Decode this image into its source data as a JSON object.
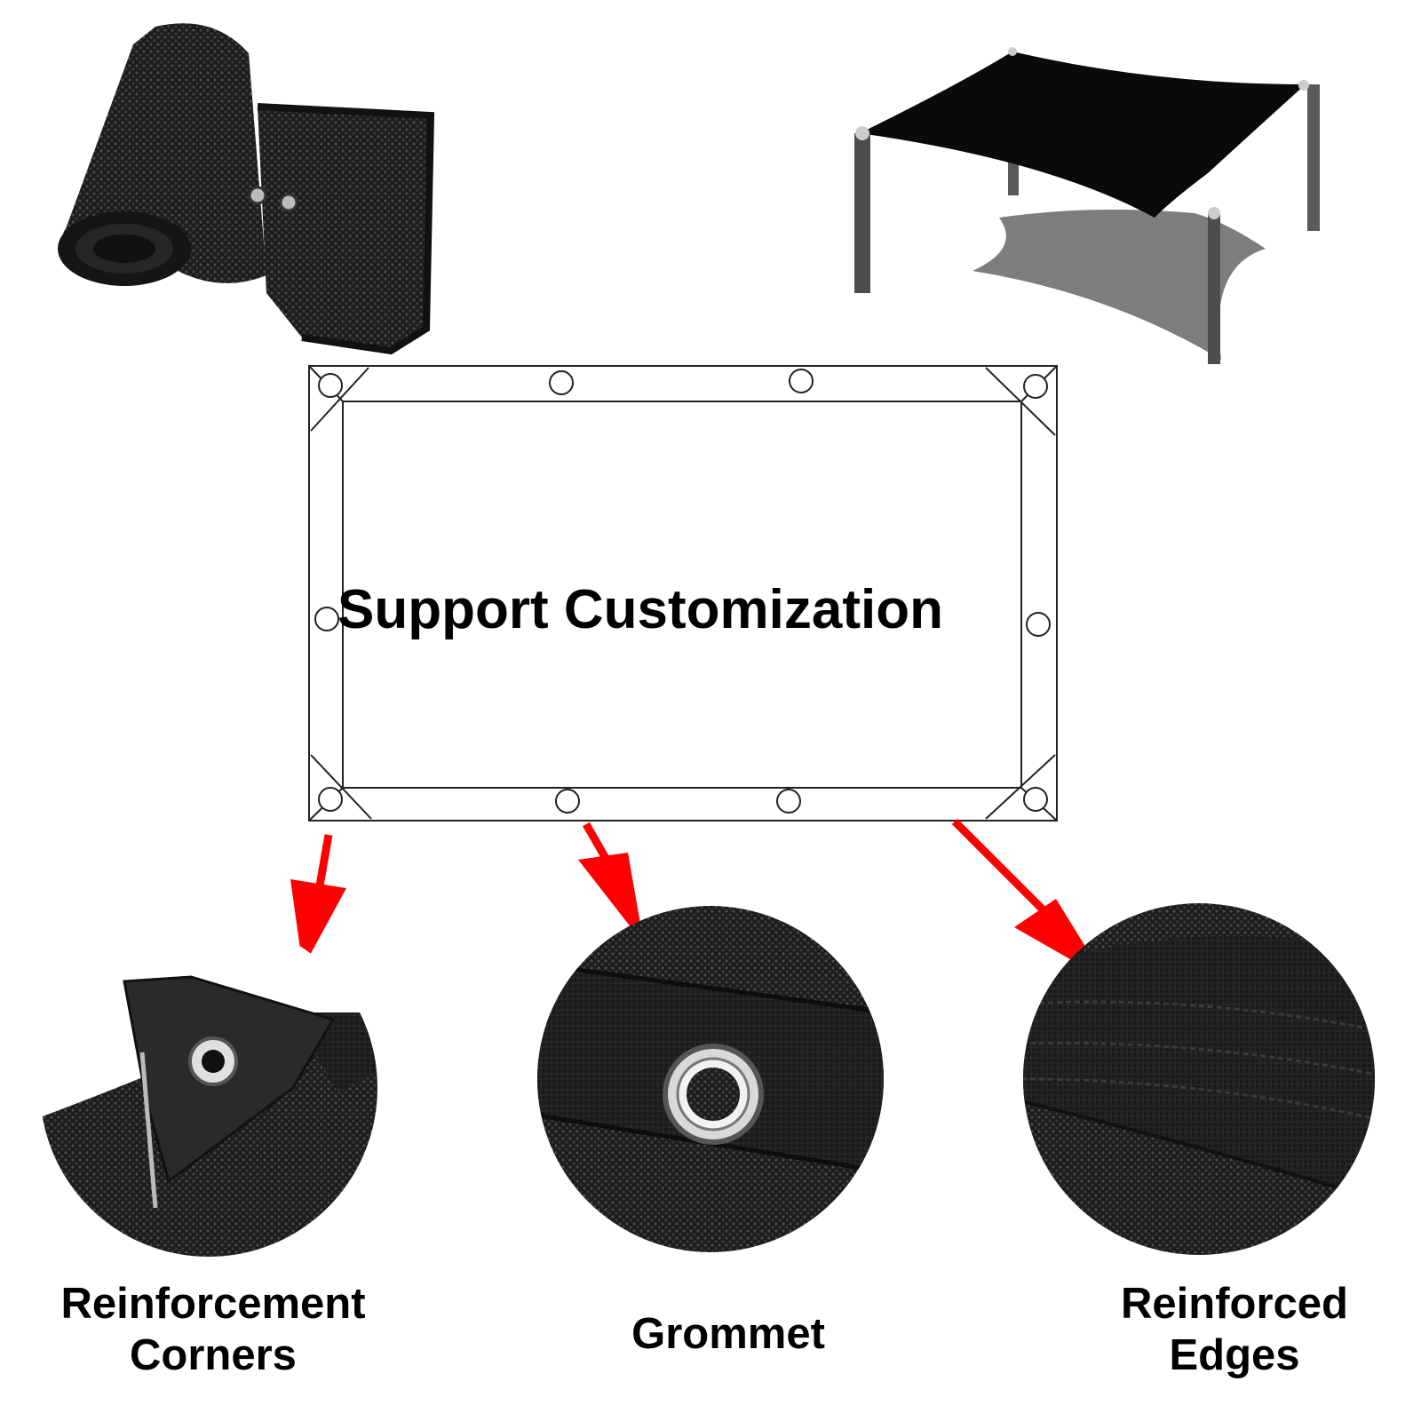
{
  "center_text": "Support Customization",
  "details": [
    {
      "line1": "Reinforcement",
      "line2": "Corners"
    },
    {
      "line1": "Grommet"
    },
    {
      "line1": "Reinforced",
      "line2": "Edges"
    }
  ],
  "colors": {
    "arrow": "#ff0000",
    "fabric": "#1e1e1e",
    "outline": "#222222"
  }
}
